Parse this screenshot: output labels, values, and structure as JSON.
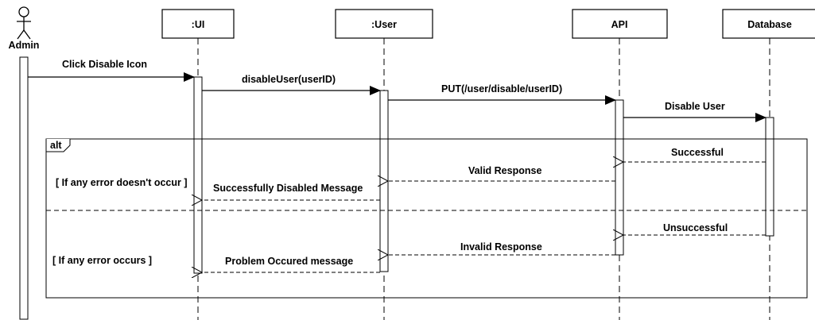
{
  "diagram": {
    "actor": {
      "label": "Admin"
    },
    "lifelines": [
      {
        "id": "ui",
        "label": ":UI"
      },
      {
        "id": "user",
        "label": ":User"
      },
      {
        "id": "api",
        "label": "API"
      },
      {
        "id": "db",
        "label": "Database"
      }
    ],
    "messages": [
      {
        "label": "Click Disable Icon",
        "from": "admin",
        "to": "ui",
        "type": "sync"
      },
      {
        "label": "disableUser(userID)",
        "from": "ui",
        "to": "user",
        "type": "sync"
      },
      {
        "label": "PUT(/user/disable/userID)",
        "from": "user",
        "to": "api",
        "type": "sync"
      },
      {
        "label": "Disable User",
        "from": "api",
        "to": "db",
        "type": "sync"
      },
      {
        "label": "Successful",
        "from": "db",
        "to": "api",
        "type": "return"
      },
      {
        "label": "Valid Response",
        "from": "api",
        "to": "user",
        "type": "return"
      },
      {
        "label": "Successfully Disabled Message",
        "from": "user",
        "to": "ui",
        "type": "return"
      },
      {
        "label": "Unsuccessful",
        "from": "db",
        "to": "api",
        "type": "return"
      },
      {
        "label": "Invalid Response",
        "from": "api",
        "to": "user",
        "type": "return"
      },
      {
        "label": "Problem Occured message",
        "from": "user",
        "to": "ui",
        "type": "return"
      }
    ],
    "fragment": {
      "operator": "alt",
      "conditions": [
        "[ If any error doesn't occur ]",
        "[ If any error occurs ]"
      ]
    }
  }
}
